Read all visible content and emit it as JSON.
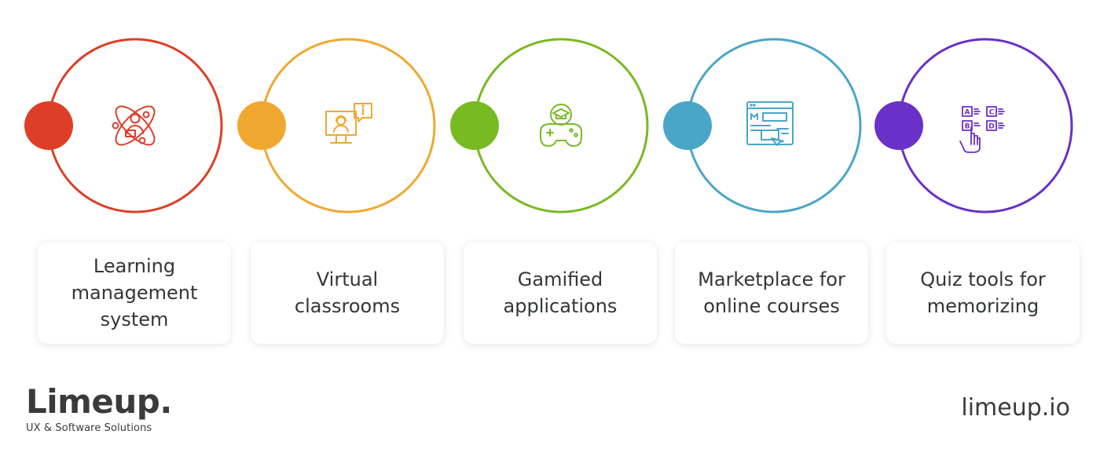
{
  "items": [
    {
      "label": "Learning management system",
      "color": "#DE3E28",
      "icon": "lms-atom-teacher-icon"
    },
    {
      "label": "Virtual classrooms",
      "color": "#F0A830",
      "icon": "virtual-classroom-monitor-icon"
    },
    {
      "label": "Gamified applications",
      "color": "#78BA22",
      "icon": "gamepad-graduation-cap-icon"
    },
    {
      "label": "Marketplace for online courses",
      "color": "#4AA6C7",
      "icon": "marketplace-browser-icon"
    },
    {
      "label": "Quiz tools for memorizing",
      "color": "#6A30C7",
      "icon": "quiz-abcd-hand-icon"
    }
  ],
  "brand": {
    "logo": "Limeup.",
    "tagline": "UX & Software Solutions",
    "url": "limeup.io"
  }
}
